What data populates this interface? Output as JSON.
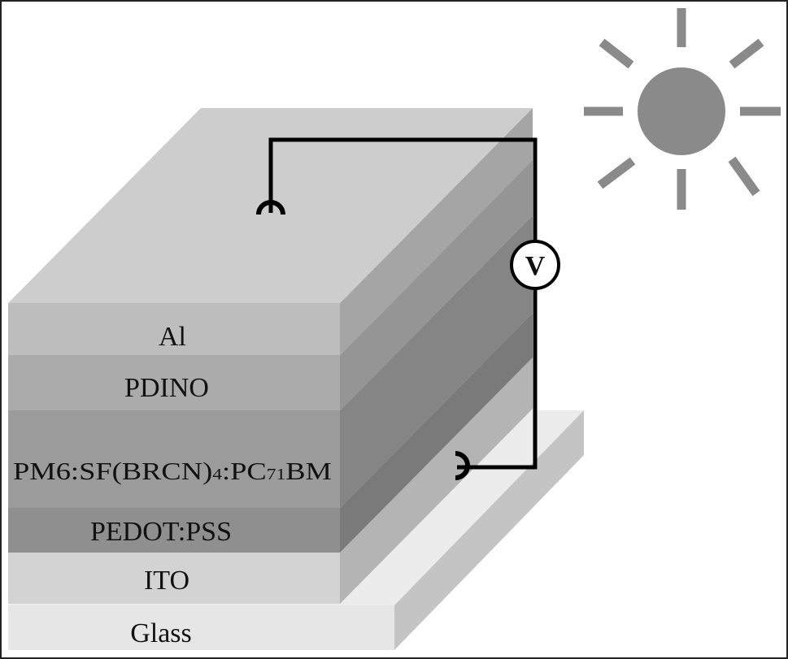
{
  "layers": [
    {
      "id": "al",
      "label": "Al",
      "color": "#bdbdbd"
    },
    {
      "id": "pdino",
      "label": "PDINO",
      "color": "#aaaaaa"
    },
    {
      "id": "active",
      "label_parts": [
        "PM6:SF(BRCN)",
        "4",
        ":PC",
        "71",
        "BM"
      ],
      "color": "#999999"
    },
    {
      "id": "pedot",
      "label": "PEDOT:PSS",
      "color": "#8e8e8e"
    },
    {
      "id": "ito",
      "label": "ITO",
      "color": "#d2d2d2"
    },
    {
      "id": "glass",
      "label": "Glass",
      "color": "#e8e8e8"
    }
  ],
  "voltmeter": {
    "label": "V"
  },
  "icons": {
    "light_source": "sun-icon"
  },
  "colors": {
    "sun": "#8a8a8a",
    "wire": "#000000",
    "top_face": "#cdcdcd"
  }
}
